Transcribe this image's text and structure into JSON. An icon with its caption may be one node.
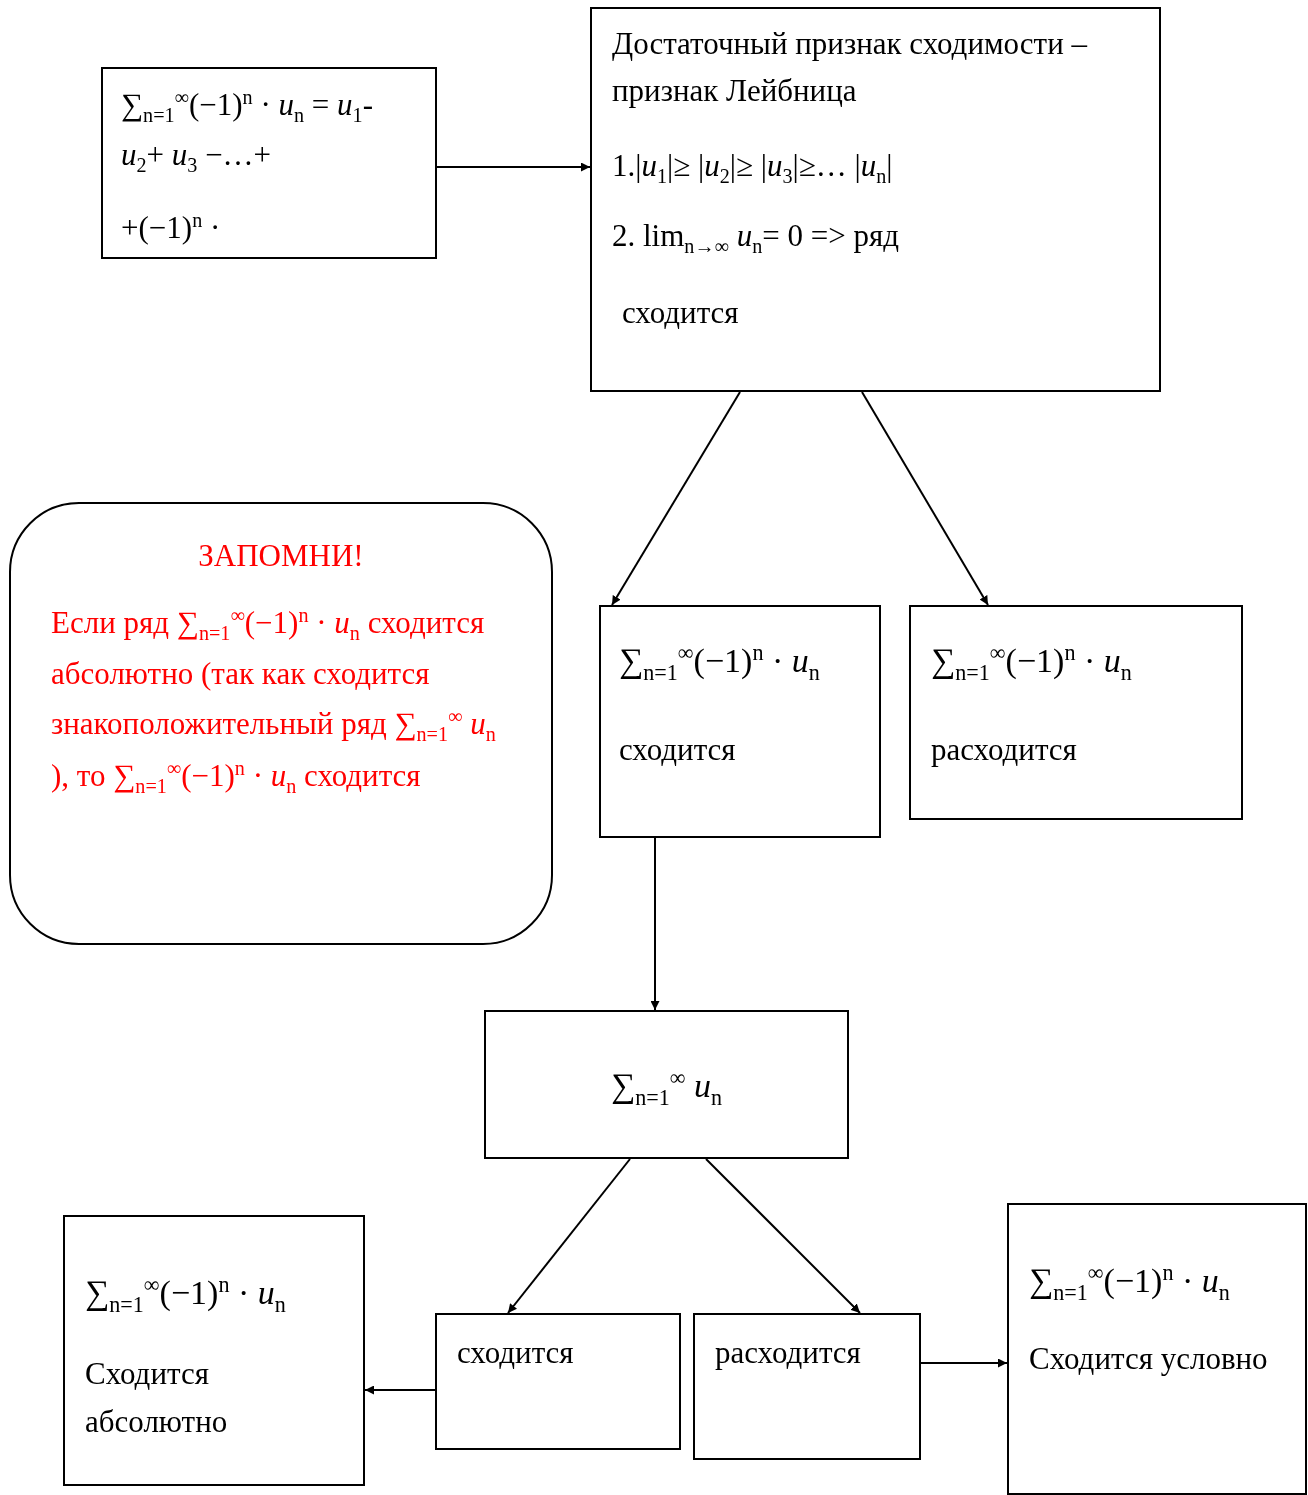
{
  "diagram": {
    "nodes": [
      {
        "text": [
          "∑$_{n=1}$$^{∞}$(−1)$^{n}$ · *u*$_{n}$ = *u*$_{1}$- *u*$_{2}$+ *u*$_{3}$ −…+",
          "+(−1)$^{n}$ ·"
        ]
      },
      {
        "text": [
          "Достаточный признак сходимости – признак Лейбница",
          "1.|*u*$_{1}$|≥ |*u*$_{2}$|≥ |*u*$_{3}$|≥… |*u*$_{n}$|",
          "2. lim$_{n→∞}$ *u*$_{n}$= 0 => ряд",
          "сходится"
        ]
      },
      {
        "text": [
          "ЗАПОМНИ!",
          "Если ряд ∑$_{n=1}$$^{∞}$(−1)$^{n}$ · *u*$_{n}$ сходится абсолютно (так как сходится знакоположительный ряд ∑$_{n=1}$$^{∞}$ *u*$_{n}$ ), то ∑$_{n=1}$$^{∞}$(−1)$^{n}$ · *u*$_{n}$ сходится"
        ]
      },
      {
        "text": [
          "∑$_{n=1}$$^{∞}$(−1)$^{n}$ · *u*$_{n}$",
          "сходится"
        ]
      },
      {
        "text": [
          "∑$_{n=1}$$^{∞}$(−1)$^{n}$ · *u*$_{n}$",
          "расходится"
        ]
      },
      {
        "text": [
          "∑$_{n=1}$$^{∞}$ *u*$_{n}$"
        ]
      },
      {
        "text": [
          "∑$_{n=1}$$^{∞}$(−1)$^{n}$ · *u*$_{n}$",
          "Сходится абсолютно"
        ]
      },
      {
        "text": [
          "сходится"
        ]
      },
      {
        "text": [
          "расходится"
        ]
      },
      {
        "text": [
          "∑$_{n=1}$$^{∞}$(−1)$^{n}$ · *u*$_{n}$",
          "Сходится условно"
        ]
      }
    ],
    "edges": [
      {
        "from": 0,
        "to": 1,
        "arrow": "to"
      },
      {
        "from": 1,
        "to": 3,
        "arrow": "to"
      },
      {
        "from": 1,
        "to": 4,
        "arrow": "to"
      },
      {
        "from": 3,
        "to": 5,
        "arrow": "to"
      },
      {
        "from": 5,
        "to": 7,
        "arrow": "to"
      },
      {
        "from": 5,
        "to": 8,
        "arrow": "to"
      },
      {
        "from": 7,
        "to": 6,
        "arrow": "to"
      },
      {
        "from": 8,
        "to": 9,
        "arrow": "to"
      }
    ]
  }
}
